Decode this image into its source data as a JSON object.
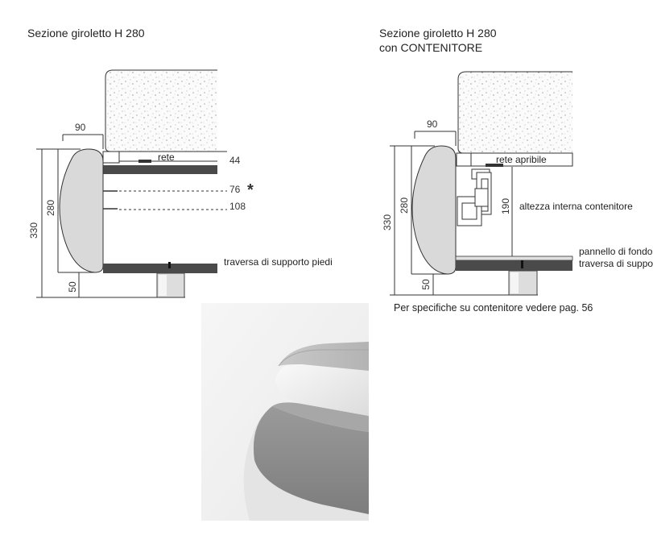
{
  "left_section": {
    "title": "Sezione giroletto H 280",
    "dim_width": "90",
    "dim_total_height": "330",
    "dim_side_height": "280",
    "dim_foot": "50",
    "label_rete": "rete",
    "level_1": "44",
    "level_2": "76",
    "level_2_mark": "*",
    "level_3": "108",
    "label_traversa": "traversa di supporto piedi"
  },
  "right_section": {
    "title_line1": "Sezione giroletto H 280",
    "title_line2": "con CONTENITORE",
    "dim_width": "90",
    "dim_total_height": "330",
    "dim_side_height": "280",
    "dim_foot": "50",
    "dim_internal": "190",
    "label_rete_apribile": "rete apribile",
    "label_altezza_interna": "altezza interna contenitore",
    "label_pannello": "pannello di fondo",
    "label_traversa": "traversa di supporto piedi",
    "note": "Per specifiche su contenitore vedere pag. 56"
  },
  "colors": {
    "frame_dark": "#4a4a4a",
    "headboard_fill": "#d9d9d9",
    "line": "#333333",
    "photo_bg": "#f0f0f0",
    "fabric": "#8e8e8e"
  }
}
